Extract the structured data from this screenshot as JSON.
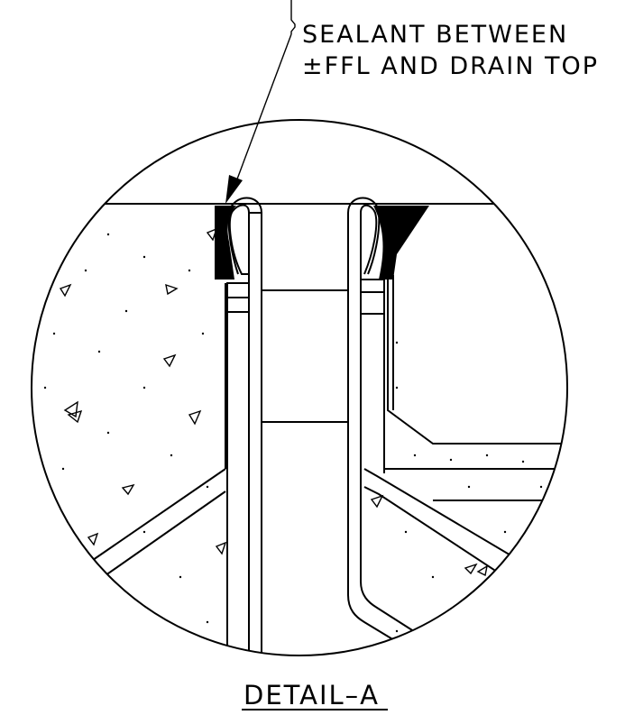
{
  "callout": {
    "line1": "SEALANT BETWEEN",
    "line2": "±FFL AND DRAIN TOP"
  },
  "title": "DETAIL–A",
  "colors": {
    "ink": "#000000",
    "paper": "#ffffff"
  },
  "elements": [
    "concrete-fill",
    "drain-body",
    "sealant",
    "pipe",
    "leader-arrow"
  ]
}
